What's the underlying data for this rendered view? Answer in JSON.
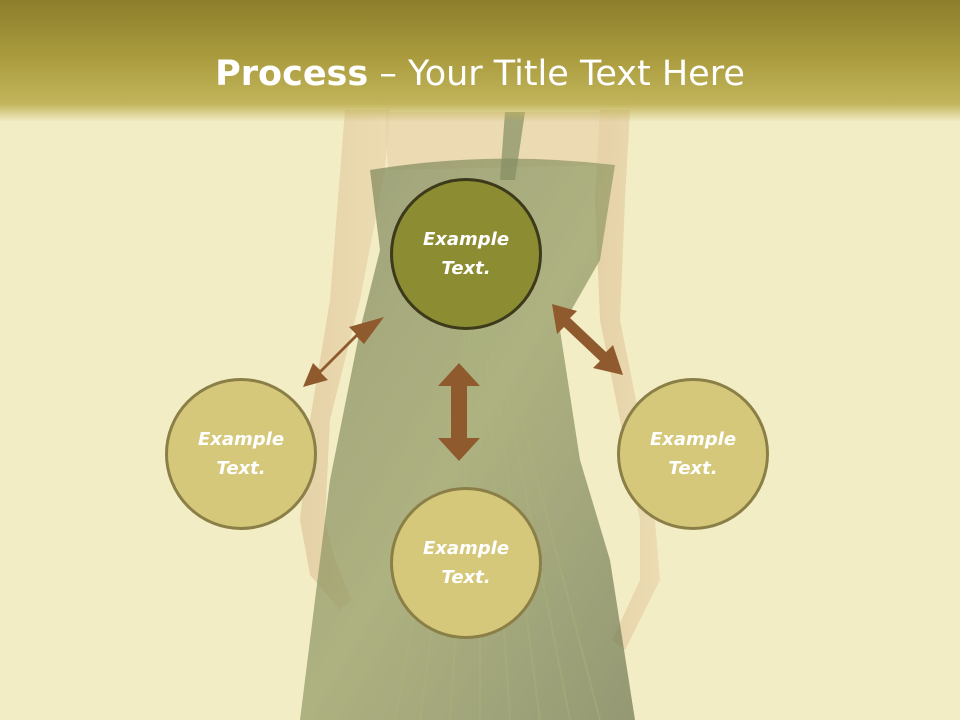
{
  "slide": {
    "title_bold": "Process",
    "title_rest": " – Your Title Text Here"
  },
  "nodes": {
    "center": "Example Text.",
    "left": "Example Text.",
    "right": "Example Text.",
    "bottom": "Example Text."
  },
  "colors": {
    "title_bar": "#9a8c34",
    "center_fill": "#8c8c33",
    "outer_fill": "#d6c87a",
    "arrow": "#8f5a2e",
    "background": "#f3ecc4"
  }
}
